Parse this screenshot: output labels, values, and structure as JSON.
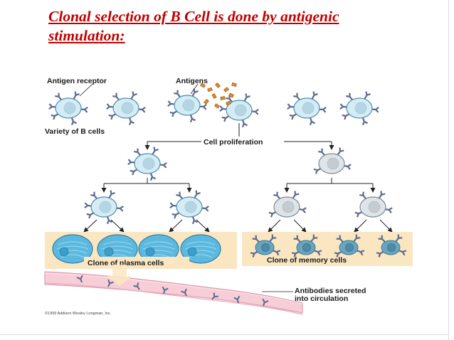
{
  "slide": {
    "title_line1": "Clonal selection of B Cell is done by antigenic",
    "title_line2": "stimulation:"
  },
  "figure": {
    "label_antigen_receptor": "Antigen receptor",
    "label_antigens": "Antigens",
    "label_variety": "Variety of B cells",
    "label_proliferation": "Cell proliferation",
    "label_plasma": "Clone of plasma cells",
    "label_memory": "Clone of memory cells",
    "label_antibodies_1": "Antibodies secreted",
    "label_antibodies_2": "into circulation",
    "copyright": "©1999 Addison Wesley Longman, Inc."
  },
  "colors": {
    "title": "#c00000",
    "cell_fill": "#d5ecf4",
    "cell_stroke": "#4f8fb0",
    "nucleus": "#b4d6e4",
    "receptor": "#5d6b8e",
    "antigen": "#d88a2c",
    "plasma_fill": "#5bb9df",
    "memory_fill": "#6aa5bf",
    "bg_band": "#fbe6c2",
    "vessel": "#efb4c4"
  }
}
